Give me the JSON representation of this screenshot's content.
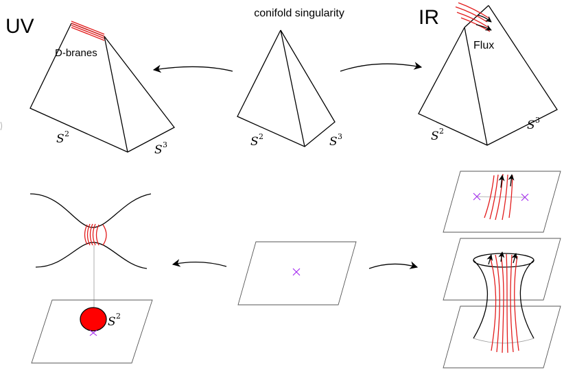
{
  "labels": {
    "title": "conifold singularity",
    "uv": "UV",
    "ir": "IR",
    "dbranes": "D-branes",
    "flux": "Flux",
    "s2_base": "S",
    "s2_sup": "2",
    "s3_base": "S",
    "s3_sup": "3"
  },
  "colors": {
    "line": "#000000",
    "brane": "#e21b1b",
    "marker": "#a020f0",
    "sphere_fill": "#ff0000"
  }
}
